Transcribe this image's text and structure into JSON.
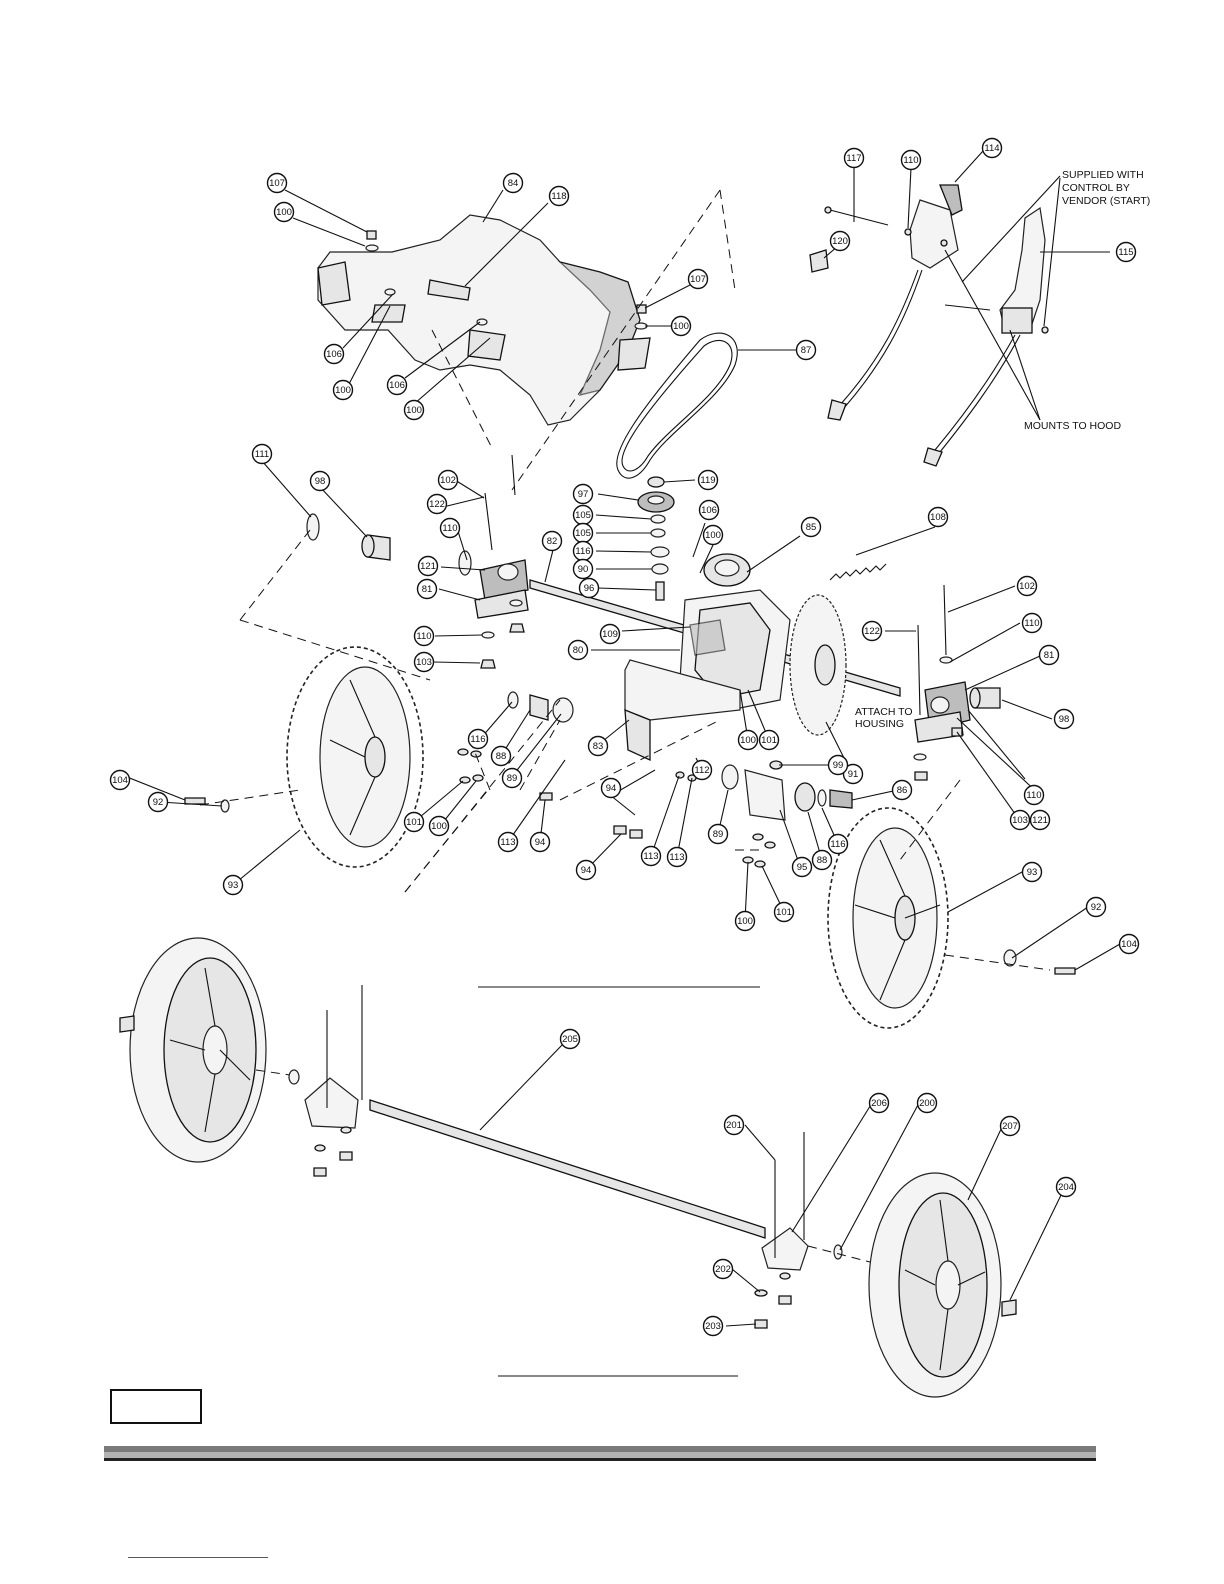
{
  "annotations": {
    "supplied_with_control": [
      "SUPPLIED WITH",
      "CONTROL BY",
      "VENDOR (START)"
    ],
    "mounts_to_hood": "MOUNTS TO HOOD",
    "attach_to_housing": [
      "ATTACH TO",
      "HOUSING"
    ]
  },
  "callouts": [
    {
      "id": "c-107a",
      "label": "107"
    },
    {
      "id": "c-100a",
      "label": "100"
    },
    {
      "id": "c-84",
      "label": "84"
    },
    {
      "id": "c-118",
      "label": "118"
    },
    {
      "id": "c-106a",
      "label": "106"
    },
    {
      "id": "c-100b",
      "label": "100"
    },
    {
      "id": "c-106b",
      "label": "106"
    },
    {
      "id": "c-100c",
      "label": "100"
    },
    {
      "id": "c-107b",
      "label": "107"
    },
    {
      "id": "c-100d",
      "label": "100"
    },
    {
      "id": "c-87",
      "label": "87"
    },
    {
      "id": "c-117",
      "label": "117"
    },
    {
      "id": "c-110a",
      "label": "110"
    },
    {
      "id": "c-114",
      "label": "114"
    },
    {
      "id": "c-120",
      "label": "120"
    },
    {
      "id": "c-115",
      "label": "115"
    },
    {
      "id": "c-111",
      "label": "111"
    },
    {
      "id": "c-98a",
      "label": "98"
    },
    {
      "id": "c-102a",
      "label": "102"
    },
    {
      "id": "c-122a",
      "label": "122"
    },
    {
      "id": "c-110b",
      "label": "110"
    },
    {
      "id": "c-121a",
      "label": "121"
    },
    {
      "id": "c-81a",
      "label": "81"
    },
    {
      "id": "c-110c",
      "label": "110"
    },
    {
      "id": "c-103a",
      "label": "103"
    },
    {
      "id": "c-82",
      "label": "82"
    },
    {
      "id": "c-119",
      "label": "119"
    },
    {
      "id": "c-97",
      "label": "97"
    },
    {
      "id": "c-105a",
      "label": "105"
    },
    {
      "id": "c-105b",
      "label": "105"
    },
    {
      "id": "c-116a",
      "label": "116"
    },
    {
      "id": "c-90",
      "label": "90"
    },
    {
      "id": "c-96",
      "label": "96"
    },
    {
      "id": "c-106c",
      "label": "106"
    },
    {
      "id": "c-100e",
      "label": "100"
    },
    {
      "id": "c-85",
      "label": "85"
    },
    {
      "id": "c-108",
      "label": "108"
    },
    {
      "id": "c-109",
      "label": "109"
    },
    {
      "id": "c-80",
      "label": "80"
    },
    {
      "id": "c-102b",
      "label": "102"
    },
    {
      "id": "c-122b",
      "label": "122"
    },
    {
      "id": "c-110d",
      "label": "110"
    },
    {
      "id": "c-81b",
      "label": "81"
    },
    {
      "id": "c-98b",
      "label": "98"
    },
    {
      "id": "c-110e",
      "label": "110"
    },
    {
      "id": "c-121b",
      "label": "121"
    },
    {
      "id": "c-103b",
      "label": "103"
    },
    {
      "id": "c-116b",
      "label": "116"
    },
    {
      "id": "c-88a",
      "label": "88"
    },
    {
      "id": "c-89a",
      "label": "89"
    },
    {
      "id": "c-83",
      "label": "83"
    },
    {
      "id": "c-100f",
      "label": "100"
    },
    {
      "id": "c-101a",
      "label": "101"
    },
    {
      "id": "c-91",
      "label": "91"
    },
    {
      "id": "c-99",
      "label": "99"
    },
    {
      "id": "c-86",
      "label": "86"
    },
    {
      "id": "c-104a",
      "label": "104"
    },
    {
      "id": "c-92a",
      "label": "92"
    },
    {
      "id": "c-101b",
      "label": "101"
    },
    {
      "id": "c-100g",
      "label": "100"
    },
    {
      "id": "c-93a",
      "label": "93"
    },
    {
      "id": "c-113a",
      "label": "113"
    },
    {
      "id": "c-94a",
      "label": "94"
    },
    {
      "id": "c-94b",
      "label": "94"
    },
    {
      "id": "c-112",
      "label": "112"
    },
    {
      "id": "c-94c",
      "label": "94"
    },
    {
      "id": "c-113b",
      "label": "113"
    },
    {
      "id": "c-113c",
      "label": "113"
    },
    {
      "id": "c-89b",
      "label": "89"
    },
    {
      "id": "c-95",
      "label": "95"
    },
    {
      "id": "c-88b",
      "label": "88"
    },
    {
      "id": "c-116c",
      "label": "116"
    },
    {
      "id": "c-100h",
      "label": "100"
    },
    {
      "id": "c-101c",
      "label": "101"
    },
    {
      "id": "c-93b",
      "label": "93"
    },
    {
      "id": "c-92b",
      "label": "92"
    },
    {
      "id": "c-104b",
      "label": "104"
    },
    {
      "id": "c-205",
      "label": "205"
    },
    {
      "id": "c-201",
      "label": "201"
    },
    {
      "id": "c-206",
      "label": "206"
    },
    {
      "id": "c-200",
      "label": "200"
    },
    {
      "id": "c-207",
      "label": "207"
    },
    {
      "id": "c-204",
      "label": "204"
    },
    {
      "id": "c-202",
      "label": "202"
    },
    {
      "id": "c-203",
      "label": "203"
    }
  ]
}
